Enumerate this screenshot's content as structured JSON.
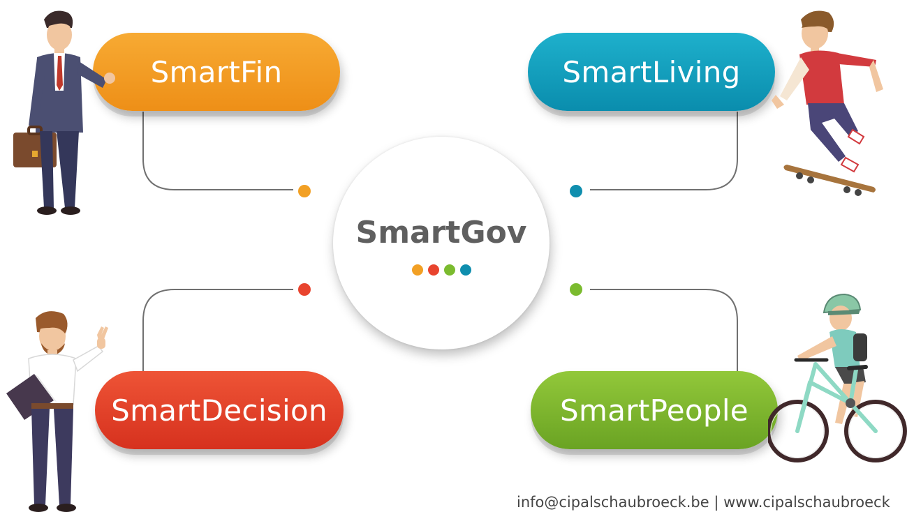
{
  "center": {
    "title": "SmartGov",
    "dot_colors": [
      "#f2a024",
      "#e8442e",
      "#7bbb2f",
      "#0f8eae"
    ]
  },
  "nodes": [
    {
      "id": "fin",
      "label": "SmartFin",
      "color": "#f2a024"
    },
    {
      "id": "living",
      "label": "SmartLiving",
      "color": "#0f8eae"
    },
    {
      "id": "decision",
      "label": "SmartDecision",
      "color": "#e8442e"
    },
    {
      "id": "people",
      "label": "SmartPeople",
      "color": "#7bbb2f"
    }
  ],
  "footer": {
    "text": "info@cipalschaubroeck.be | www.cipalschaubroeck"
  },
  "illustrations": [
    {
      "name": "businessman-with-briefcase"
    },
    {
      "name": "skateboarder"
    },
    {
      "name": "man-with-folder-waving"
    },
    {
      "name": "cyclist"
    }
  ]
}
